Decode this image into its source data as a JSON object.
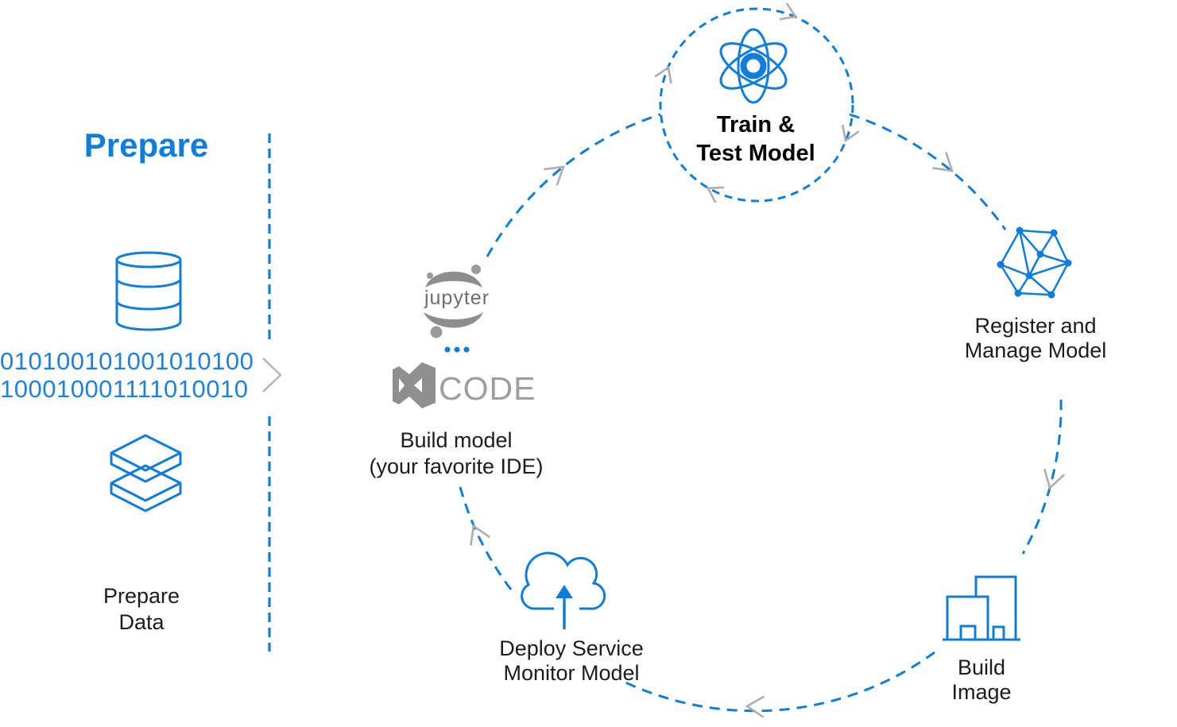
{
  "colors": {
    "accent_blue": "#0f7dd9",
    "binary_blue": "#1e82dc",
    "logo_gray": "#8d8d8d",
    "arrow_gray": "#adadad",
    "text_dark": "#1c1c1c"
  },
  "prepare": {
    "heading": "Prepare",
    "binary_line1": "010100101001010100",
    "binary_line2": "100010001111010010",
    "data_label_line1": "Prepare",
    "data_label_line2": "Data"
  },
  "build_model": {
    "jupyter_logo_text": "jupyter",
    "vscode_logo_text": "CODE",
    "label_line1": "Build model",
    "label_line2": "(your favorite IDE)"
  },
  "train_test": {
    "label_line1": "Train &",
    "label_line2": "Test Model"
  },
  "register_manage": {
    "label_line1": "Register and",
    "label_line2": "Manage Model"
  },
  "build_image": {
    "label_line1": "Build",
    "label_line2": "Image"
  },
  "deploy": {
    "label_line1": "Deploy Service",
    "label_line2": "Monitor Model"
  },
  "icons": {
    "database": "database-cylinder-icon",
    "layers": "layers-icon",
    "jupyter": "jupyter-logo",
    "vscode": "visual-studio-logo",
    "ellipsis": "ellipsis-dots",
    "atom": "atom-icon",
    "mesh": "network-mesh-icon",
    "buildings": "buildings-icon",
    "cloud": "cloud-upload-icon",
    "arrowhead": "chevron-arrowhead"
  }
}
